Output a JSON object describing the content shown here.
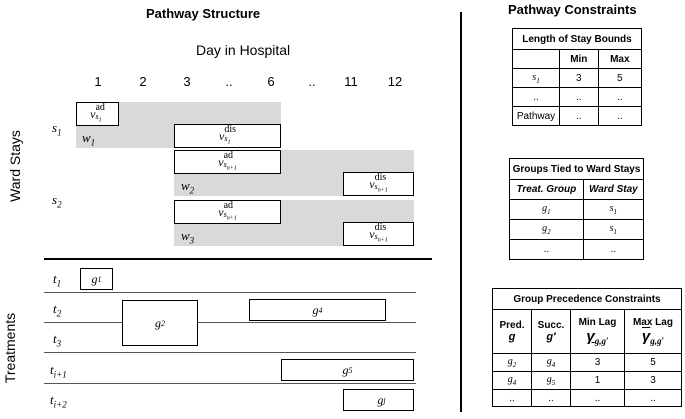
{
  "structure": {
    "title": "Pathway Structure",
    "axis_title": "Day in Hospital",
    "days": [
      "1",
      "2",
      "3",
      "..",
      "6",
      "..",
      "11",
      "12"
    ],
    "ward_stays_label": "Ward Stays",
    "treatments_label": "Treatments",
    "stays": [
      {
        "s": "s",
        "sub": "1"
      },
      {
        "s": "s",
        "sub": "2"
      }
    ],
    "wards": [
      {
        "w": "w",
        "sub": "1"
      },
      {
        "w": "w",
        "sub": "2"
      },
      {
        "w": "w",
        "sub": "3"
      }
    ],
    "v_letter": "v",
    "v_labels": {
      "v1": {
        "sup": "ad",
        "sub": "s",
        "subsub": "1"
      },
      "v2": {
        "sup": "dis",
        "sub": "s",
        "subsub": "1"
      },
      "v3": {
        "sup": "ad",
        "sub": "s",
        "subsub": "n+1"
      },
      "v4": {
        "sup": "dis",
        "sub": "s",
        "subsub": "n+1"
      },
      "v5": {
        "sup": "ad",
        "sub": "s",
        "subsub": "n+1"
      },
      "v6": {
        "sup": "dis",
        "sub": "s",
        "subsub": "n+1"
      }
    },
    "treat_rows": [
      {
        "t": "t",
        "sub": "1"
      },
      {
        "t": "t",
        "sub": "2"
      },
      {
        "t": "t",
        "sub": "3"
      },
      {
        "t": "t",
        "sub": "i+1"
      },
      {
        "t": "t",
        "sub": "i+2"
      }
    ],
    "groups": {
      "g1": {
        "g": "g",
        "sub": "1"
      },
      "g2": {
        "g": "g",
        "sub": "2"
      },
      "g4": {
        "g": "g",
        "sub": "4"
      },
      "g5": {
        "g": "g",
        "sub": "5"
      },
      "gj": {
        "g": "g",
        "sub": "j"
      }
    }
  },
  "constraints": {
    "title": "Pathway Constraints",
    "los": {
      "caption": "Length of Stay Bounds",
      "headers": [
        "",
        "Min",
        "Max"
      ],
      "rows": [
        [
          "s",
          "1",
          "3",
          "5"
        ],
        [
          "..",
          "",
          "..",
          ".."
        ],
        [
          "Pathway",
          "",
          "..",
          ".."
        ]
      ]
    },
    "groups_tied": {
      "caption": "Groups Tied to Ward Stays",
      "headers": [
        "Treat. Group",
        "Ward Stay"
      ],
      "rows": [
        [
          "g",
          "1",
          "s",
          "1"
        ],
        [
          "g",
          "2",
          "s",
          "1"
        ],
        [
          "..",
          "",
          "..",
          ""
        ]
      ]
    },
    "precedence": {
      "caption": "Group Precedence Constraints",
      "headers": [
        "Pred.",
        "Succ.",
        "Min Lag",
        "Max Lag"
      ],
      "subheaders": [
        "g",
        "g′",
        "γ",
        "γ"
      ],
      "lag_sub": "g,g′",
      "rows": [
        [
          "g",
          "2",
          "g",
          "4",
          "3",
          "5"
        ],
        [
          "g",
          "4",
          "g",
          "5",
          "1",
          "3"
        ],
        [
          "..",
          "",
          "..",
          "",
          "..",
          ".."
        ]
      ]
    }
  }
}
